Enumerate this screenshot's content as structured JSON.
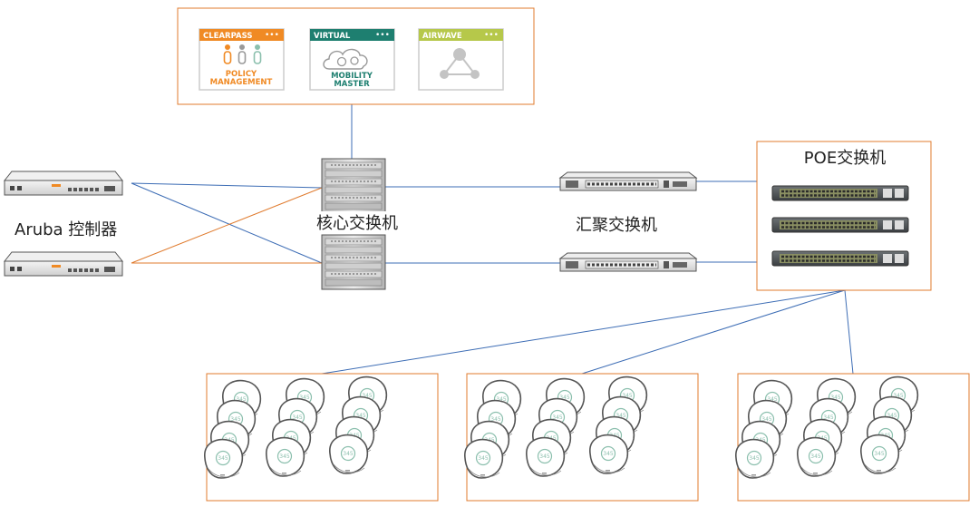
{
  "labels": {
    "controller": "Aruba 控制器",
    "core": "核心交换机",
    "aggregation": "汇聚交换机",
    "poe": "POE交换机"
  },
  "management_tiles": [
    {
      "header": "CLEARPASS",
      "line1": "POLICY",
      "line2": "MANAGEMENT",
      "color": "#f08a24",
      "icon": "people-icon"
    },
    {
      "header": "VIRTUAL",
      "line1": "MOBILITY",
      "line2": "MASTER",
      "color": "#1e7f70",
      "icon": "cloud-gears-icon"
    },
    {
      "header": "AIRWAVE",
      "line1": "",
      "line2": "",
      "color": "#b6c84a",
      "icon": "network-triangle-icon"
    }
  ],
  "ap_model": "345",
  "colors": {
    "box_border": "#e07b2e",
    "link_blue": "#3d6db5",
    "link_orange": "#e07b2e",
    "ap_accent": "#8bbfad"
  }
}
